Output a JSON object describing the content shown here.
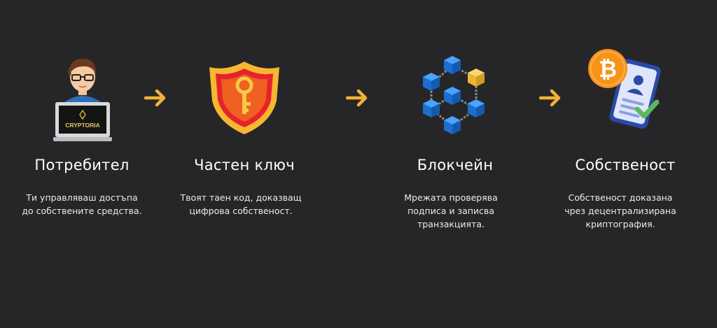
{
  "colors": {
    "background": "#262628",
    "arrow": "#f2b134",
    "shield": "#f7b731",
    "cube_blue": "#1e7fe0",
    "cube_gold": "#f4b940",
    "bitcoin_orange": "#f7931a",
    "check_green": "#5cb85c"
  },
  "steps": [
    {
      "icon": "user-laptop-icon",
      "title": "Потребител",
      "description": "Ти управляваш достъпа до собствените средства.",
      "laptop_brand": "CRYPTORIA"
    },
    {
      "icon": "shield-key-icon",
      "title": "Частен ключ",
      "description": "Твоят таен код, доказващ цифрова собственост."
    },
    {
      "icon": "blockchain-cubes-icon",
      "title": "Блокчейн",
      "description": "Мрежата проверява подписа и записва транзакцията."
    },
    {
      "icon": "bitcoin-ownership-icon",
      "title": "Собственост",
      "description": "Собственост доказана чрез децентрализирана криптография."
    }
  ],
  "arrows": [
    "arrow-right-icon",
    "arrow-right-icon",
    "arrow-right-icon"
  ]
}
